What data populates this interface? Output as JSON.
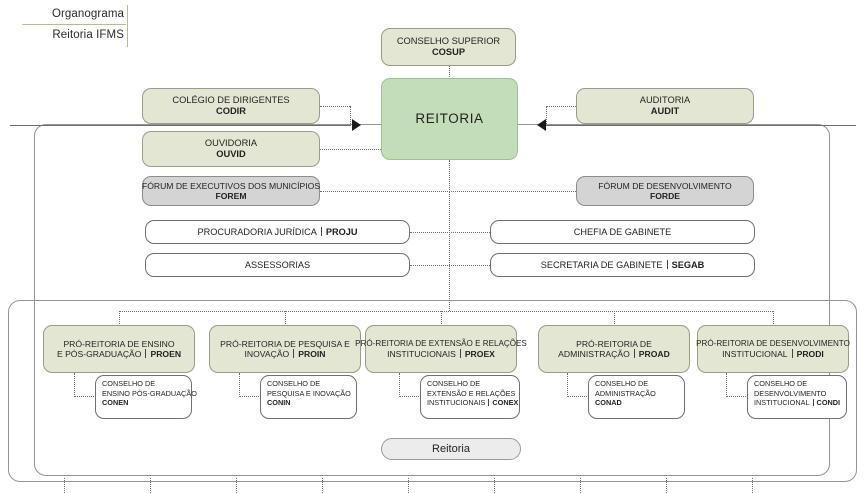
{
  "header": {
    "line1": "Organograma",
    "line2": "Reitoria IFMS"
  },
  "colors": {
    "green": "#c3ddb9",
    "cream": "#e4e6d4",
    "grey": "#d4d4d4",
    "white": "#ffffff",
    "accent_rule": "#b9bb8a",
    "line": "#6d6d6d"
  },
  "nodes": {
    "cosup": {
      "line1": "CONSELHO SUPERIOR",
      "line2": "COSUP"
    },
    "reitoria": {
      "line1": "REITORIA"
    },
    "codir": {
      "line1": "COLÉGIO DE DIRIGENTES",
      "line2": "CODIR"
    },
    "ouvid": {
      "line1": "OUVIDORIA",
      "line2": "OUVID"
    },
    "forem": {
      "line1": "FÓRUM DE EXECUTIVOS DOS MUNICÍPIOS",
      "line2": "FOREM"
    },
    "audit": {
      "line1": "AUDITORIA",
      "line2": "AUDIT"
    },
    "forde": {
      "line1": "FÓRUM DE DESENVOLVIMENTO",
      "line2": "FORDE"
    },
    "proju": {
      "line1": "PROCURADORIA JURÍDICA",
      "line2": "PROJU"
    },
    "assessorias": {
      "line1": "ASSESSORIAS"
    },
    "chefia": {
      "line1": "CHEFIA DE GABINETE"
    },
    "segab": {
      "line1": "SECRETARIA DE GABINETE",
      "line2": "SEGAB"
    },
    "reitoria_pill": {
      "label": "Reitoria"
    }
  },
  "pro_reitorias": [
    {
      "line1": "PRÓ-REITORIA DE ENSINO",
      "line2": "E PÓS-GRADUAÇÃO",
      "abbr": "PROEN"
    },
    {
      "line1": "PRÓ-REITORIA DE PESQUISA E",
      "line2": "INOVAÇÃO",
      "abbr": "PROIN"
    },
    {
      "line1": "PRÓ-REITORIA DE EXTENSÃO E RELAÇÕES",
      "line2": "INSTITUCIONAIS",
      "abbr": "PROEX"
    },
    {
      "line1": "PRÓ-REITORIA DE",
      "line2": "ADMINISTRAÇÃO",
      "abbr": "PROAD"
    },
    {
      "line1": "PRÓ-REITORIA DE DESENVOLVIMENTO",
      "line2": "INSTITUCIONAL",
      "abbr": "PRODI"
    }
  ],
  "conselhos": [
    {
      "line1": "CONSELHO DE",
      "line2": "ENSINO PÓS-GRADUAÇÃO",
      "line3": "",
      "abbr": "CONEN",
      "abbr_inline": false
    },
    {
      "line1": "CONSELHO DE",
      "line2": "PESQUISA E INOVAÇÃO",
      "line3": "",
      "abbr": "CONIN",
      "abbr_inline": false
    },
    {
      "line1": "CONSELHO DE",
      "line2": "EXTENSÃO E RELAÇÕES",
      "line3": "INSTITUCIONAIS",
      "abbr": "CONEX",
      "abbr_inline": true
    },
    {
      "line1": "CONSELHO DE",
      "line2": "ADMINISTRAÇÃO",
      "line3": "",
      "abbr": "CONAD",
      "abbr_inline": false
    },
    {
      "line1": "CONSELHO DE",
      "line2": "DESENVOLVIMENTO",
      "line3": "INSTITUCIONAL",
      "abbr": "CONDI",
      "abbr_inline": true
    }
  ]
}
